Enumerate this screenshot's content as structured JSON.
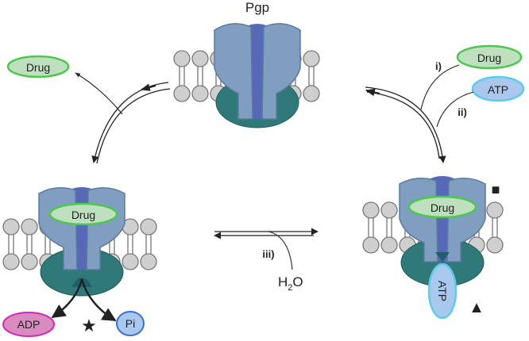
{
  "title": "Pgp",
  "pill_labels": {
    "drug": "Drug",
    "atp": "ATP",
    "adp": "ADP",
    "pi": "Pi"
  },
  "step_labels": {
    "i": "i)",
    "ii": "ii)",
    "iii": "iii)"
  },
  "water": {
    "h": "H",
    "sub": "2",
    "o": "O"
  },
  "symbols": {
    "square": "■",
    "triangle": "▲",
    "star": "★"
  },
  "colors": {
    "tmd": "#7f9ec0",
    "tmd_stroke": "#5d7aa0",
    "core": "#5868b8",
    "nbd": "#2f7a78",
    "nbd_dark": "#1e5f6a",
    "lipid_head": "#cfcfcf",
    "lipid_stroke": "#777777",
    "drug_fill": "#bfe0bf",
    "drug_stroke": "#4cc94c",
    "atp_fill": "#a9c8ee",
    "atp_stroke": "#5ecbe8",
    "adp_fill": "#d98bc0",
    "adp_stroke": "#d028b8",
    "pi_fill": "#a9c8ee",
    "pi_stroke": "#3b6fd0"
  }
}
